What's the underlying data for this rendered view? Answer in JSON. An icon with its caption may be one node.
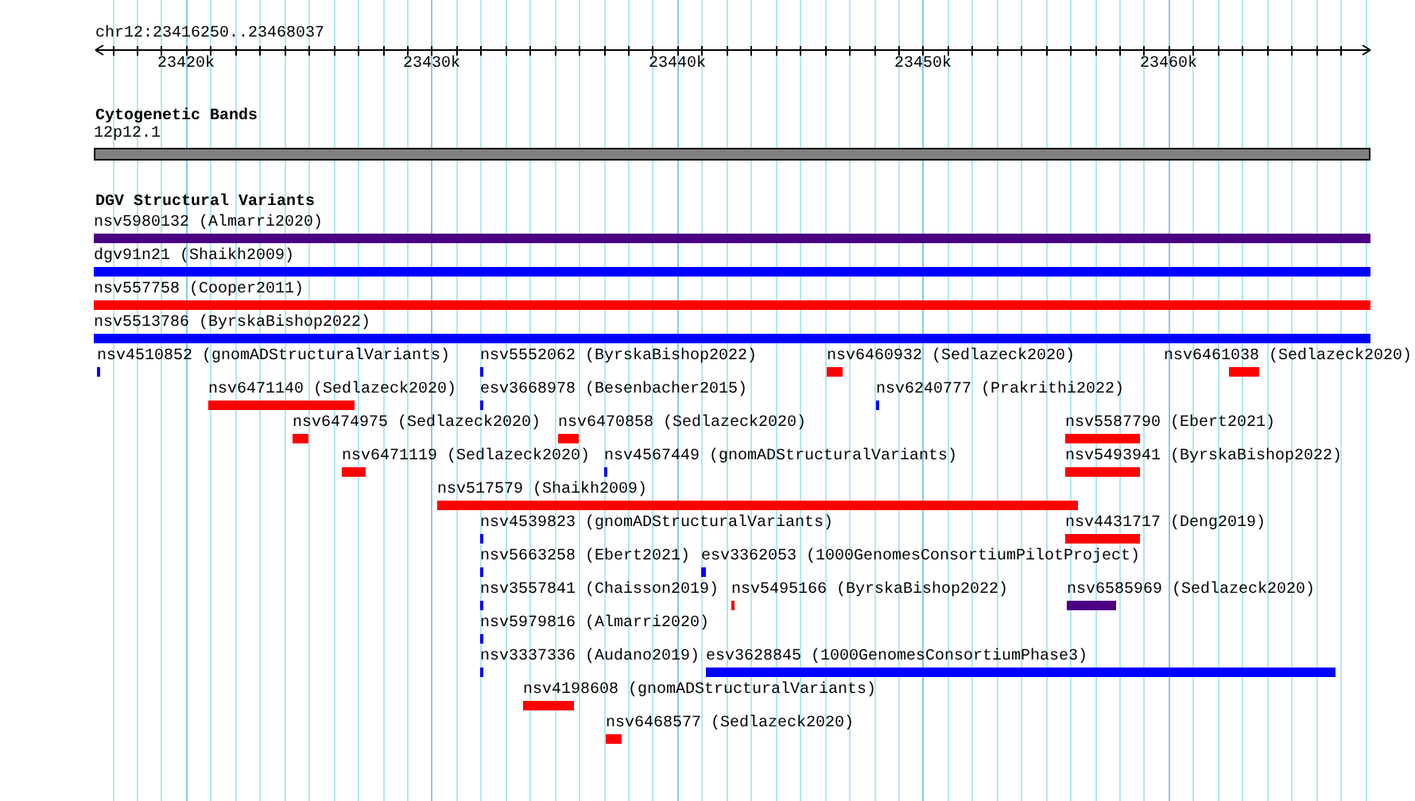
{
  "diagram": {
    "nodes": [
      {
        "text": [
          "12p12.1"
        ]
      },
      {
        "text": [
          "nsv5980132 (Almarri2020)"
        ]
      },
      {
        "text": [
          "dgv91n21 (Shaikh2009)"
        ]
      },
      {
        "text": [
          "nsv557758 (Cooper2011)"
        ]
      },
      {
        "text": [
          "nsv5513786 (ByrskaBishop2022)"
        ]
      },
      {
        "text": [
          "nsv4510852 (gnomADStructuralVariants)"
        ]
      },
      {
        "text": [
          "nsv5552062 (ByrskaBishop2022)"
        ]
      },
      {
        "text": [
          "nsv6460932 (Sedlazeck2020)"
        ]
      },
      {
        "text": [
          "nsv6461038 (Sedlazeck2020)"
        ]
      },
      {
        "text": [
          "nsv6471140 (Sedlazeck2020)"
        ]
      },
      {
        "text": [
          "esv3668978 (Besenbacher2015)"
        ]
      },
      {
        "text": [
          "nsv6240777 (Prakrithi2022)"
        ]
      },
      {
        "text": [
          "nsv6474975 (Sedlazeck2020)"
        ]
      },
      {
        "text": [
          "nsv6470858 (Sedlazeck2020)"
        ]
      },
      {
        "text": [
          "nsv5587790 (Ebert2021)"
        ]
      },
      {
        "text": [
          "nsv6471119 (Sedlazeck2020)"
        ]
      },
      {
        "text": [
          "nsv4567449 (gnomADStructuralVariants)"
        ]
      },
      {
        "text": [
          "nsv5493941 (ByrskaBishop2022)"
        ]
      },
      {
        "text": [
          "nsv517579 (Shaikh2009)"
        ]
      },
      {
        "text": [
          "nsv4539823 (gnomADStructuralVariants)"
        ]
      },
      {
        "text": [
          "nsv4431717 (Deng2019)"
        ]
      },
      {
        "text": [
          "nsv5663258 (Ebert2021)"
        ]
      },
      {
        "text": [
          "esv3362053 (1000GenomesConsortiumPilotProject)"
        ]
      },
      {
        "text": [
          "nsv3557841 (Chaisson2019)"
        ]
      },
      {
        "text": [
          "nsv5495166 (ByrskaBishop2022)"
        ]
      },
      {
        "text": [
          "nsv6585969 (Sedlazeck2020)"
        ]
      },
      {
        "text": [
          "nsv5979816 (Almarri2020)"
        ]
      },
      {
        "text": [
          "nsv3337336 (Audano2019)"
        ]
      },
      {
        "text": [
          "esv3628845 (1000GenomesConsortiumPhase3)"
        ]
      },
      {
        "text": [
          "nsv4198608 (gnomADStructuralVariants)"
        ]
      },
      {
        "text": [
          "nsv6468577 (Sedlazeck2020)"
        ]
      }
    ],
    "labels": [
      "chr12:23416250..23468037",
      "23420k",
      "23430k",
      "23440k",
      "23450k",
      "23460k",
      "Cytogenetic Bands",
      "DGV Structural Variants"
    ]
  }
}
